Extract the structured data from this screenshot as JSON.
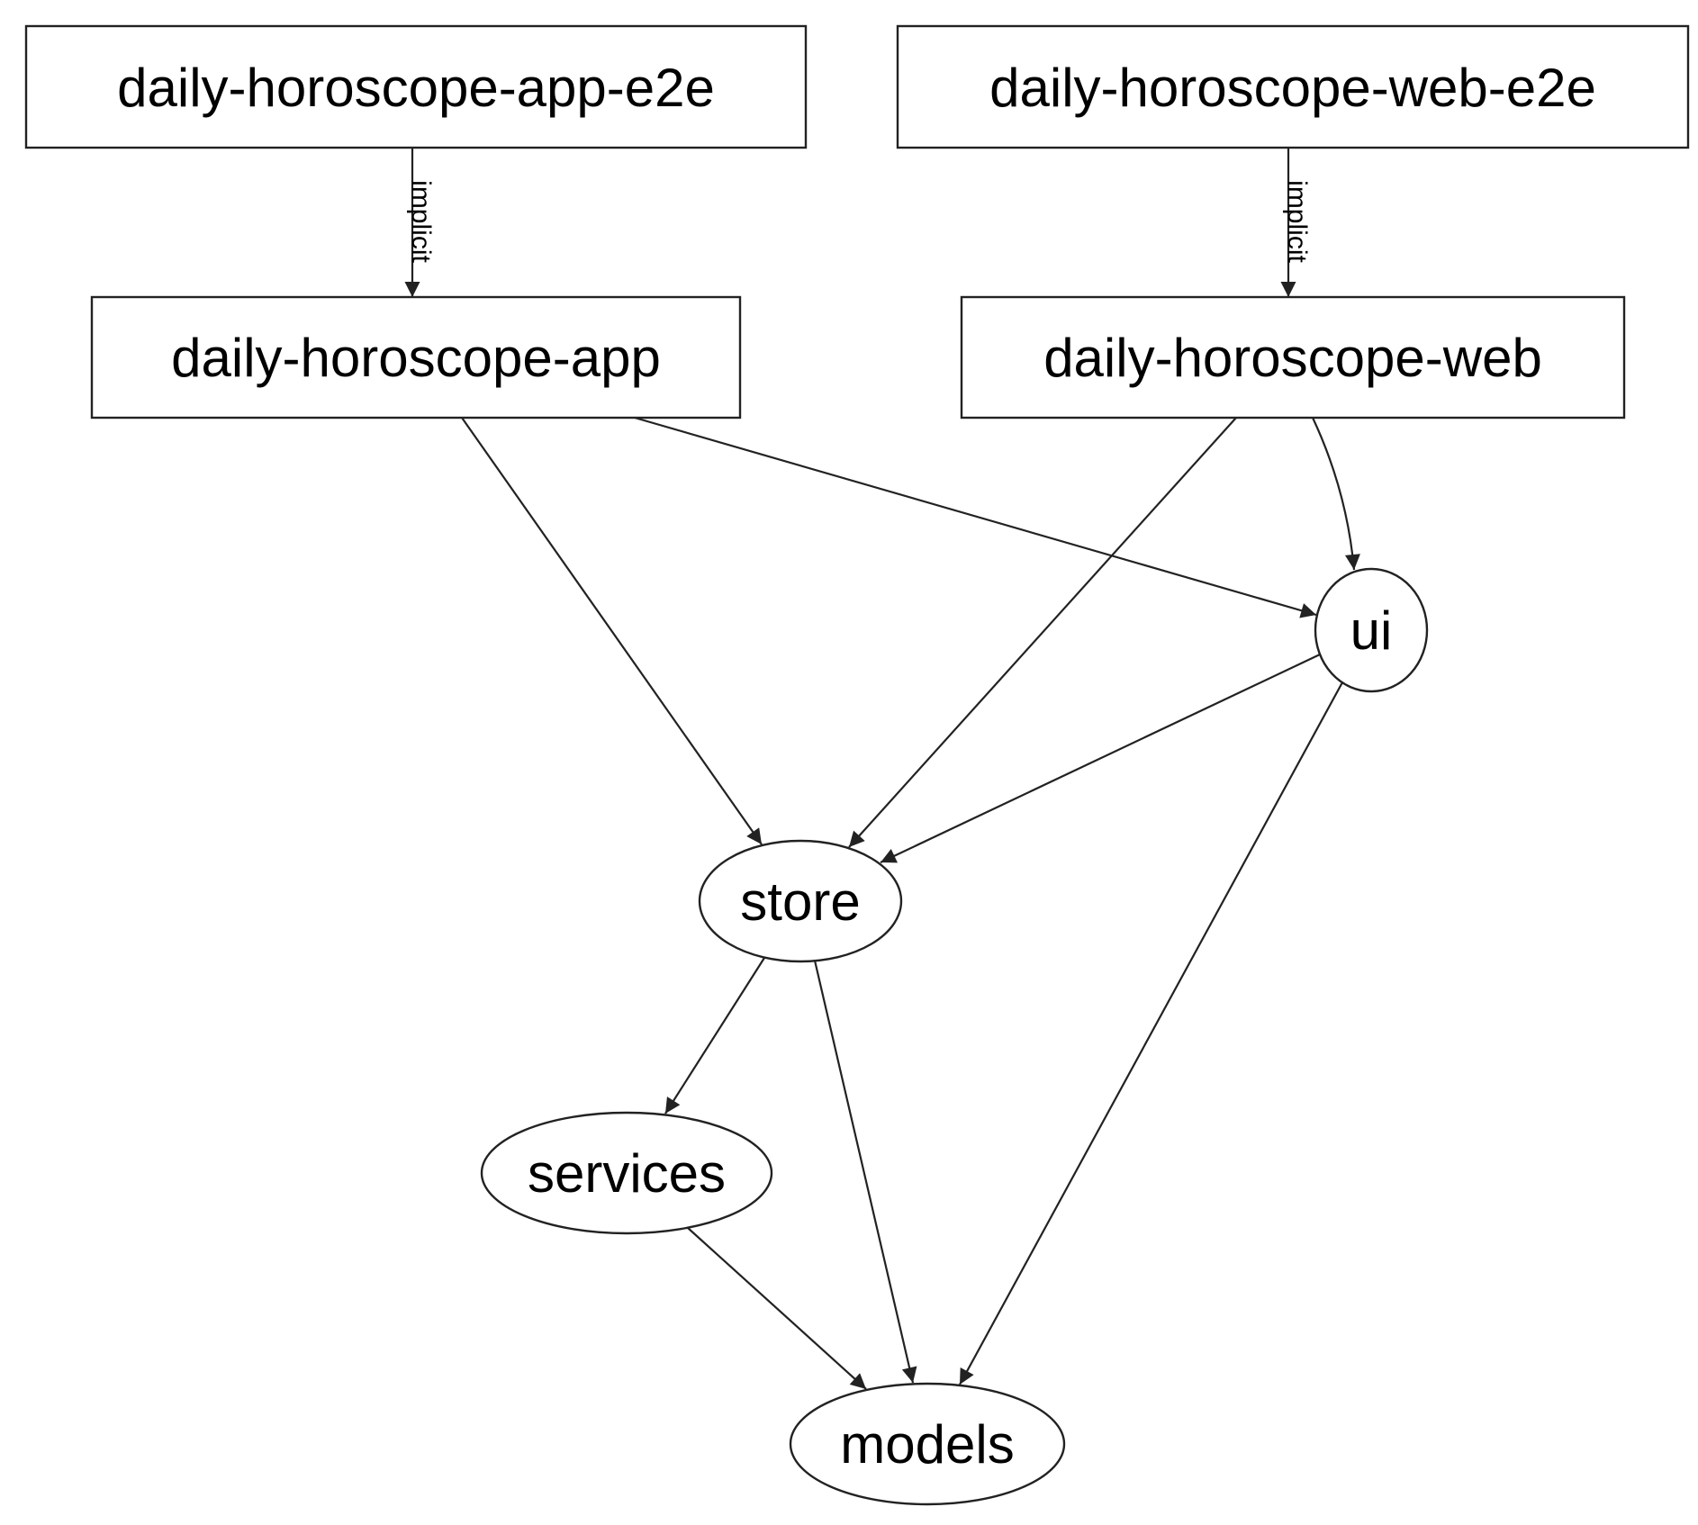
{
  "diagram": {
    "kind": "project-dependency-graph",
    "colors": {
      "background": "#ffffff",
      "line": "#222222",
      "text": "#000000",
      "node_fill": "#ffffff"
    },
    "nodes": [
      {
        "id": "daily-horoscope-app-e2e",
        "label": "daily-horoscope-app-e2e",
        "shape": "rect"
      },
      {
        "id": "daily-horoscope-web-e2e",
        "label": "daily-horoscope-web-e2e",
        "shape": "rect"
      },
      {
        "id": "daily-horoscope-app",
        "label": "daily-horoscope-app",
        "shape": "rect"
      },
      {
        "id": "daily-horoscope-web",
        "label": "daily-horoscope-web",
        "shape": "rect"
      },
      {
        "id": "ui",
        "label": "ui",
        "shape": "ellipse"
      },
      {
        "id": "store",
        "label": "store",
        "shape": "ellipse"
      },
      {
        "id": "services",
        "label": "services",
        "shape": "ellipse"
      },
      {
        "id": "models",
        "label": "models",
        "shape": "ellipse"
      }
    ],
    "edges": [
      {
        "from": "daily-horoscope-app-e2e",
        "to": "daily-horoscope-app",
        "label": "implicit"
      },
      {
        "from": "daily-horoscope-web-e2e",
        "to": "daily-horoscope-web",
        "label": "implicit"
      },
      {
        "from": "daily-horoscope-app",
        "to": "store"
      },
      {
        "from": "daily-horoscope-app",
        "to": "ui"
      },
      {
        "from": "daily-horoscope-web",
        "to": "store"
      },
      {
        "from": "daily-horoscope-web",
        "to": "ui"
      },
      {
        "from": "ui",
        "to": "store"
      },
      {
        "from": "ui",
        "to": "models"
      },
      {
        "from": "store",
        "to": "services"
      },
      {
        "from": "store",
        "to": "models"
      },
      {
        "from": "services",
        "to": "models"
      }
    ]
  }
}
